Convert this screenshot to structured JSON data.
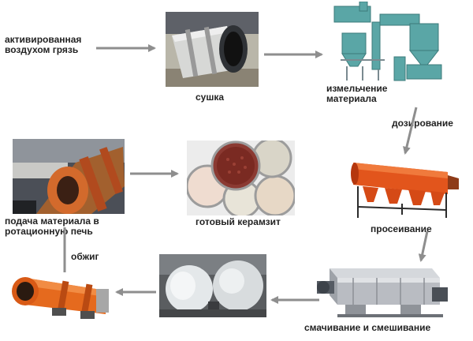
{
  "labels": {
    "input": "активированная\nвоздухом грязь",
    "drying": "сушка",
    "grinding": "измельчение\nматериала",
    "dosing": "дозирование",
    "sieving": "просеивание",
    "wetting": "смачивание и смешивание",
    "firing": "обжиг",
    "feeding": "подача материала в\nротационную печь",
    "product": "готовый керамзит"
  },
  "colors": {
    "arrow": "#8e8e8e",
    "drum_orange": "#e2551c",
    "machine_gray": "#b9bcc2",
    "mill_teal": "#5aa6a6"
  }
}
